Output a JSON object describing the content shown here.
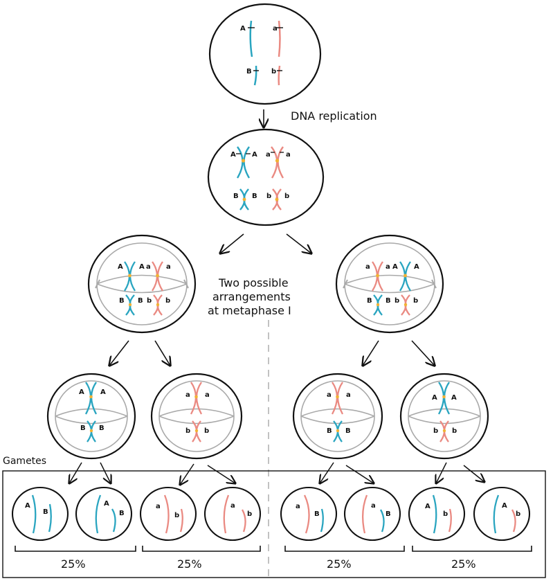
{
  "colors": {
    "chromosome_a_parent": "#2aa5c0",
    "chromosome_b_parent": "#ea8a82",
    "centromere": "#f2b233",
    "spindle": "#a9a9a9",
    "ink": "#111111"
  },
  "labels": {
    "dna_replication": "DNA replication",
    "two_possible": "Two possible",
    "arrangements": "arrangements",
    "at_metaphase": "at metaphase I",
    "gametes": "Gametes"
  },
  "alleles": {
    "A": "A",
    "a": "a",
    "B": "B",
    "b": "b"
  },
  "percentages": [
    "25%",
    "25%",
    "25%",
    "25%"
  ]
}
